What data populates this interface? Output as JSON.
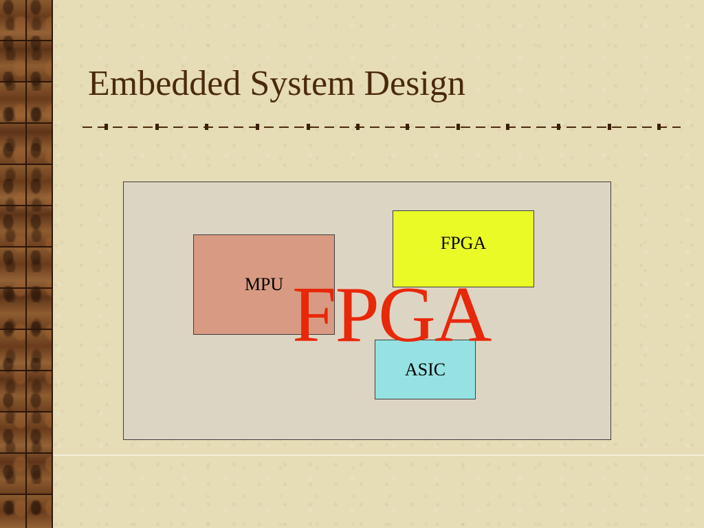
{
  "slide": {
    "title": "Embedded System Design"
  },
  "diagram": {
    "blocks": [
      {
        "id": "mpu",
        "label": "MPU",
        "color": "#d89a82"
      },
      {
        "id": "fpga",
        "label": "FPGA",
        "color": "#eafa26"
      },
      {
        "id": "asic",
        "label": "ASIC",
        "color": "#96e2e2"
      }
    ],
    "overlay_label": "FPGA",
    "overlay_color": "#e8280a",
    "panel_color": "#ddd5c4"
  },
  "theme": {
    "background_color": "#e6dcb5",
    "title_color": "#4a2a0c",
    "border_style": "woodgrain"
  }
}
